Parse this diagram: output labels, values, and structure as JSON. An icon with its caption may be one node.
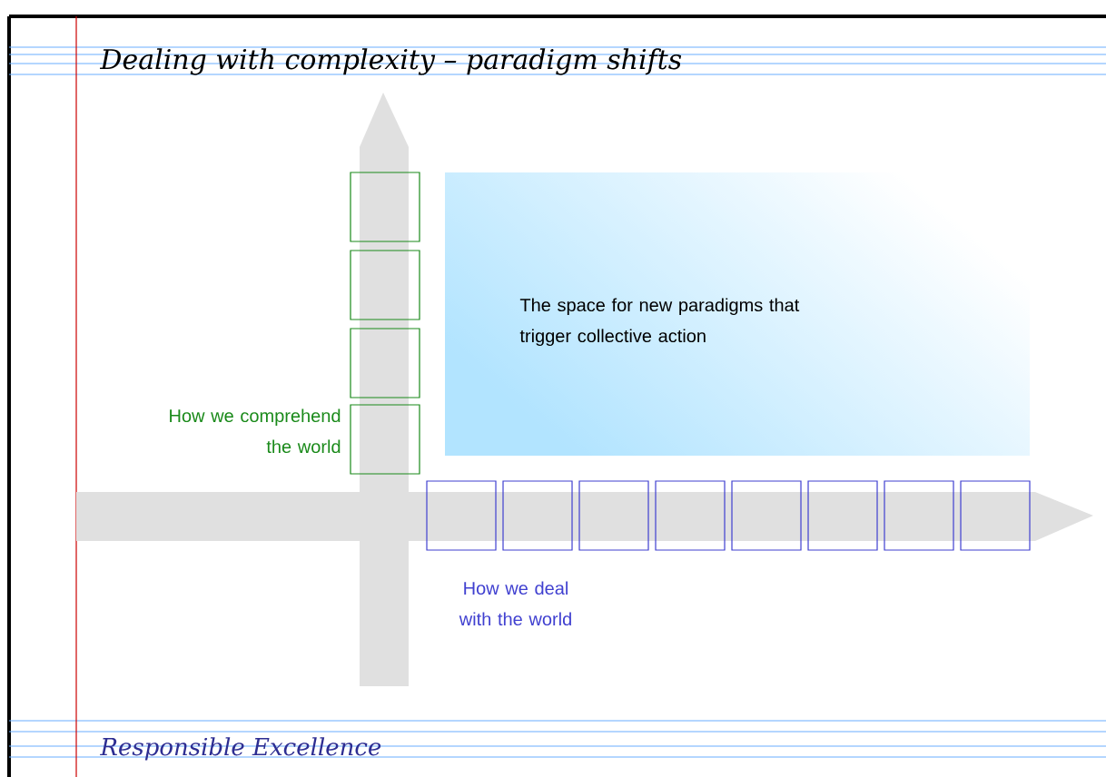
{
  "diagram": {
    "title": "Dealing with complexity – paradigm shifts",
    "nodes": [
      {
        "text": [
          "The space for new paradigms that trigger collective action"
        ]
      },
      {
        "text": [],
        "shape": "box"
      },
      {
        "text": [],
        "shape": "box"
      },
      {
        "text": [],
        "shape": "box"
      },
      {
        "text": [],
        "shape": "box"
      },
      {
        "text": [],
        "shape": "box"
      },
      {
        "text": [],
        "shape": "box"
      },
      {
        "text": [],
        "shape": "box"
      },
      {
        "text": [],
        "shape": "box"
      },
      {
        "text": [],
        "shape": "box"
      },
      {
        "text": [],
        "shape": "box"
      },
      {
        "text": [],
        "shape": "box"
      },
      {
        "text": [],
        "shape": "box"
      }
    ],
    "labels": [
      "How we comprehend the world",
      "How we deal with the world",
      "Responsible Excellence"
    ]
  }
}
